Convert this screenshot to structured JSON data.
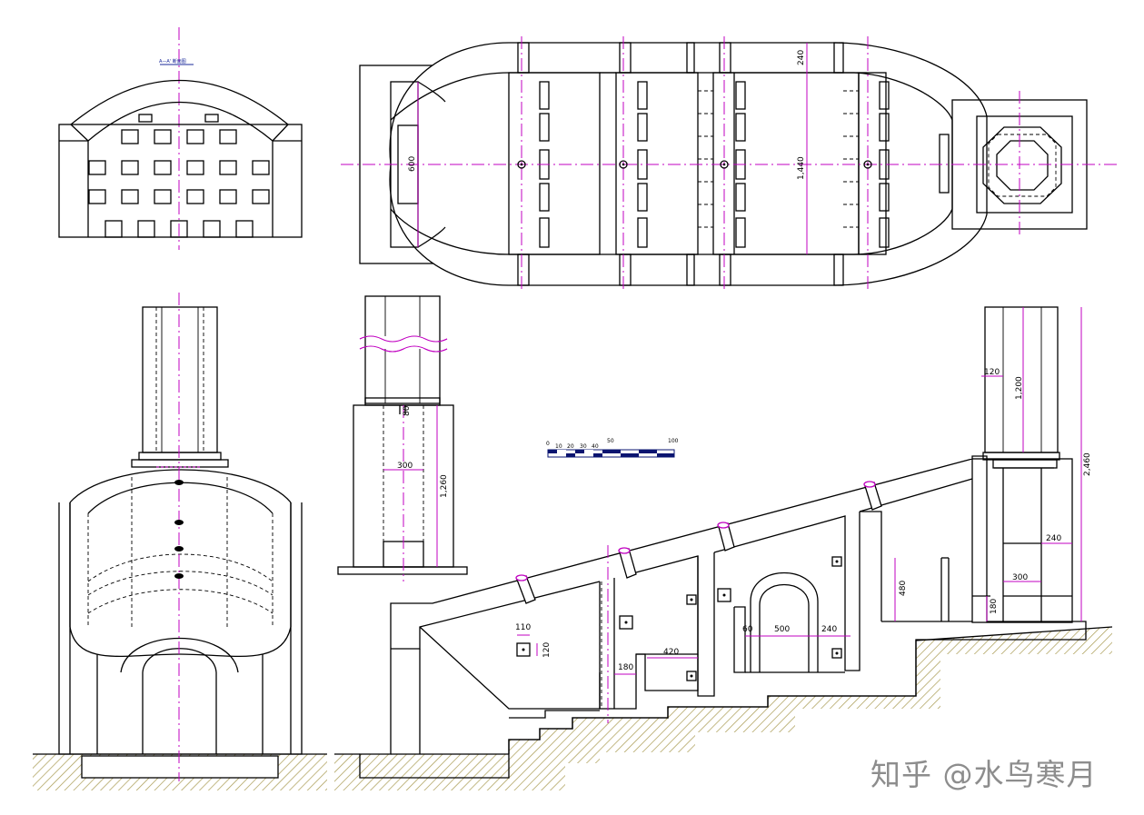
{
  "views": {
    "front_elevation": {
      "section_label": "A—A' 断面图"
    },
    "plan": {
      "dim_width": "600",
      "dim_wall": "240",
      "dim_length": "1,440"
    },
    "chimney_section": {
      "dim_top": "80",
      "dim_inner": "300",
      "dim_height": "1,260"
    },
    "longitudinal_section": {
      "dim_chimney_wall": "120",
      "dim_chimney_height": "1,200",
      "dim_total_height": "2,460",
      "dim_firebox_wall": "240",
      "dim_firebox_inner": "300",
      "dim_firebox_base": "180",
      "dim_step_height": "480",
      "dim_arch_left": "60",
      "dim_arch_width": "500",
      "dim_arch_right": "240",
      "dim_chamber2": "420",
      "dim_chamber1_step": "180",
      "dim_vent_w": "110",
      "dim_vent_h": "120"
    }
  },
  "scale_bar": {
    "labels": [
      "0",
      "10",
      "20",
      "30",
      "40",
      "50",
      "100"
    ],
    "colors": {
      "dark": "#0a1470",
      "light": "#ffffff"
    }
  },
  "watermark": "知乎 @水鸟寒月",
  "colors": {
    "line": "#000000",
    "centerline": "#c000c0",
    "watermark": "#8d8d8d"
  }
}
